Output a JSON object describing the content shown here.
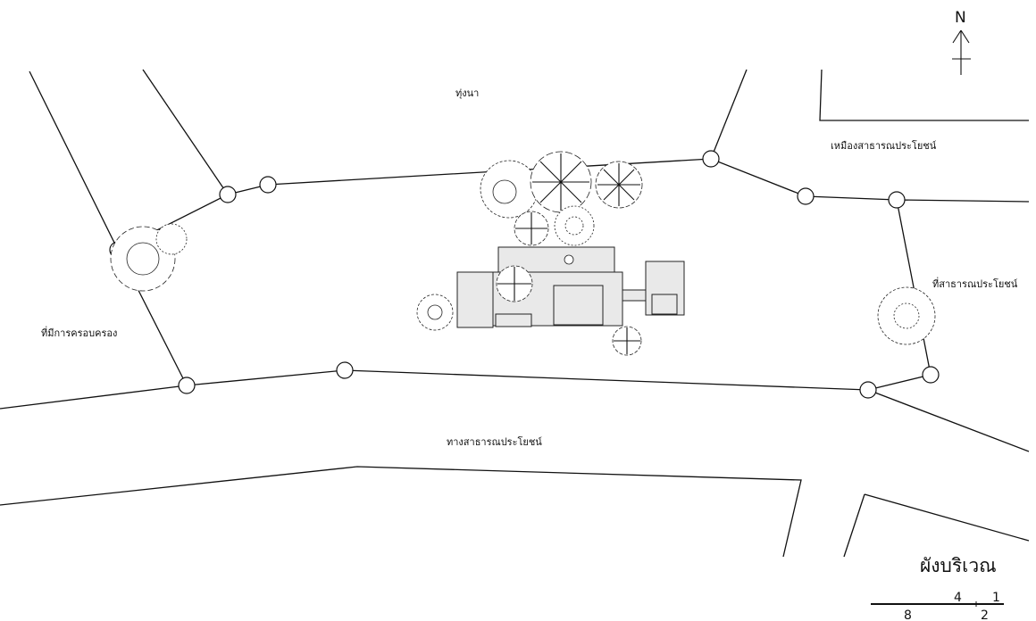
{
  "labels": {
    "paddy_field": "ทุ่งนา",
    "north_public_utility": "เหมืองสาธารณประโยชน์",
    "east_public_land": "ที่สาธารณประโยชน์",
    "west_owned_land": "ที่มีการครอบครอง",
    "public_road": "ทางสาธารณประโยชน์"
  },
  "title": "ผังบริเวณ",
  "north_arrow": {
    "letter": "N"
  },
  "scale_bar": {
    "labels_top": [
      "4",
      "1"
    ],
    "labels_bottom": [
      "8",
      "2"
    ]
  },
  "colors": {
    "line": "#111111",
    "building_fill": "#e9e9e9",
    "background": "#ffffff"
  }
}
